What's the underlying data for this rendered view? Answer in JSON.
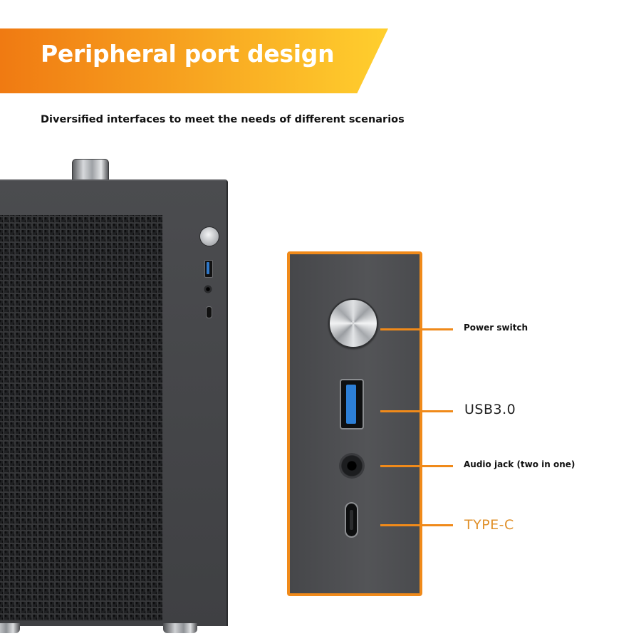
{
  "banner": {
    "title": "Peripheral port design",
    "gradient_start": "#f07a12",
    "gradient_end": "#ffcf2e"
  },
  "subtitle": "Diversified interfaces to meet the needs of different scenarios",
  "callouts": [
    {
      "label": "Power switch",
      "color": "#111111"
    },
    {
      "label": "USB3.0",
      "color": "#222222"
    },
    {
      "label": "Audio jack (two in one)",
      "color": "#111111"
    },
    {
      "label": "TYPE-C",
      "color": "#e0902a"
    }
  ],
  "colors": {
    "accent_orange": "#f08a1a",
    "usb_blue": "#2d7fd6",
    "case_gray": "#4b4c4f"
  }
}
